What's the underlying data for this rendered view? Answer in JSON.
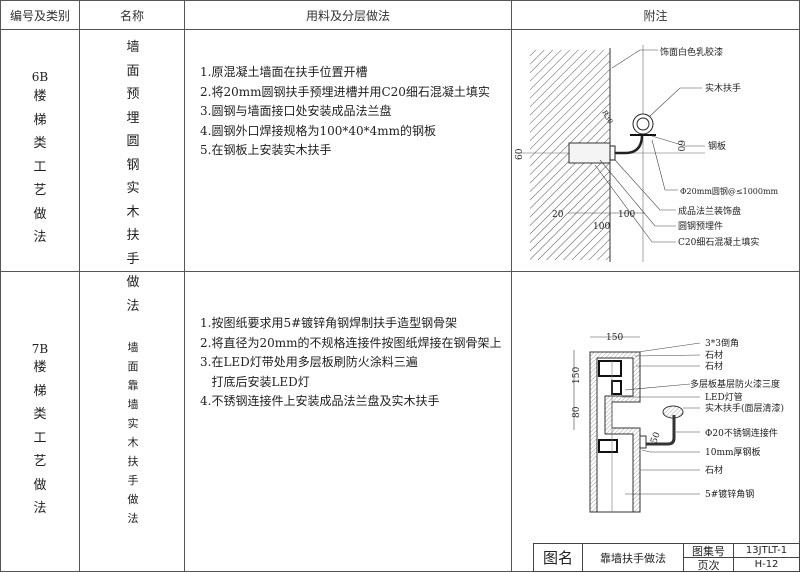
{
  "header": {
    "col1": "编号及类别",
    "col2": "名称",
    "col3": "用料及分层做法",
    "col4": "附注"
  },
  "rows": [
    {
      "code": "6B",
      "category": "楼梯类工艺做法",
      "name": "墙面预埋圆钢实木扶手做法",
      "methods": [
        "1.原混凝土墙面在扶手位置开槽",
        "2.将20mm圆钢扶手预埋进槽并用C20细石混凝土填实",
        "3.圆钢与墙面接口处安装成品法兰盘",
        "4.圆钢外口焊接规格为100*40*4mm的钢板",
        "5.在钢板上安装实木扶手"
      ],
      "drawing": {
        "labels": [
          "饰面白色乳胶漆",
          "实木扶手",
          "钢板",
          "Φ20mm圆钢@≤1000mm",
          "成品法兰装饰盘",
          "圆钢预埋件",
          "C20细石混凝土填实"
        ],
        "dims": [
          "60",
          "20",
          "100",
          "100",
          "R30",
          "60"
        ]
      }
    },
    {
      "code": "7B",
      "category": "楼梯类工艺做法",
      "name": "墙面靠墙实木扶手做法",
      "methods": [
        "1.按图纸要求用5#镀锌角钢焊制扶手造型钢骨架",
        "2.将直径为20mm的不规格连接件按图纸焊接在钢骨架上",
        "3.在LED灯带处用多层板刷防火涂料三遍",
        "   打底后安装LED灯",
        "4.不锈钢连接件上安装成品法兰盘及实木扶手"
      ],
      "drawing": {
        "labels": [
          "3*3倒角",
          "石材",
          "石材",
          "多层板基层防火漆三度",
          "LED灯管",
          "实木扶手(面层清漆)",
          "Φ20不锈钢连接件",
          "10mm厚钢板",
          "石材",
          "5#镀锌角钢"
        ],
        "dims": [
          "150",
          "150",
          "80",
          "50"
        ]
      }
    }
  ],
  "title_block": {
    "name_label": "图名",
    "name": "靠墙扶手做法",
    "atlas_label": "图集号",
    "atlas": "13JTLT-1",
    "page_label": "页次",
    "page": "H-12"
  }
}
